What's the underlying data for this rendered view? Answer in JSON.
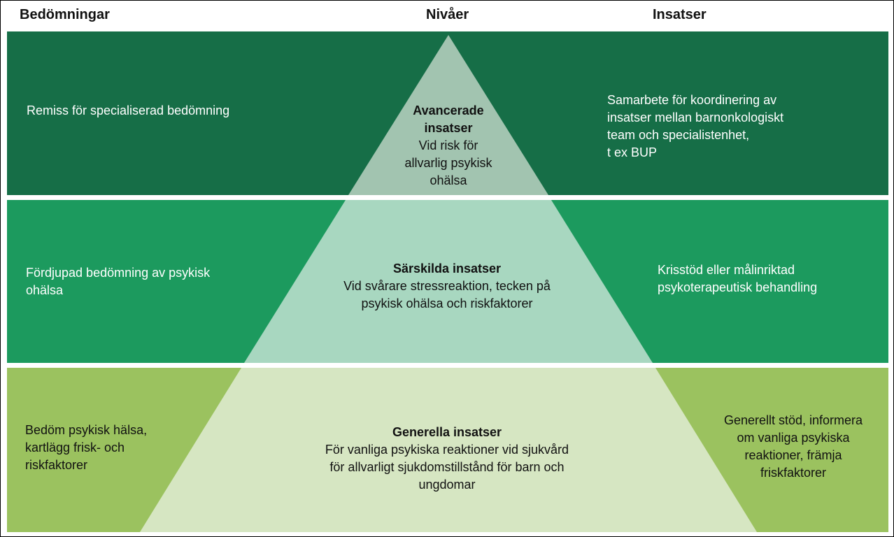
{
  "headers": {
    "left": "Bedömningar",
    "middle": "Nivåer",
    "right": "Insatser"
  },
  "colors": {
    "band_top": "#166e47",
    "band_middle": "#1c9a5e",
    "band_bottom": "#9bc25f",
    "triangle_top": "#a2c4b0",
    "triangle_middle": "#a8d7c0",
    "triangle_bottom": "#d6e6c2"
  },
  "levels": [
    {
      "assessment_lines": [
        "Remiss för specialiserad bedömning"
      ],
      "level_title_lines": [
        "Avancerade",
        "insatser"
      ],
      "level_desc_lines": [
        "Vid risk för",
        "allvarlig psykisk",
        "ohälsa"
      ],
      "intervention_lines": [
        "Samarbete för koordinering av",
        "insatser mellan barnonkologiskt",
        "team och specialistenhet,",
        "t ex BUP"
      ]
    },
    {
      "assessment_lines": [
        "Fördjupad bedömning  av psykisk",
        "ohälsa"
      ],
      "level_title_lines": [
        "Särskilda insatser"
      ],
      "level_desc_lines": [
        "Vid svårare stressreaktion, tecken på",
        "psykisk ohälsa och riskfaktorer"
      ],
      "intervention_lines": [
        "Krisstöd eller målinriktad",
        "psykoterapeutisk behandling"
      ]
    },
    {
      "assessment_lines": [
        "Bedöm psykisk hälsa,",
        "kartlägg frisk- och",
        "riskfaktorer"
      ],
      "level_title_lines": [
        "Generella insatser"
      ],
      "level_desc_lines": [
        "För vanliga psykiska reaktioner vid sjukvård",
        "för allvarligt sjukdomstillstånd  för barn och",
        "ungdomar"
      ],
      "intervention_lines": [
        "Generellt stöd, informera",
        "om vanliga psykiska",
        "reaktioner, främja",
        "friskfaktorer"
      ]
    }
  ]
}
